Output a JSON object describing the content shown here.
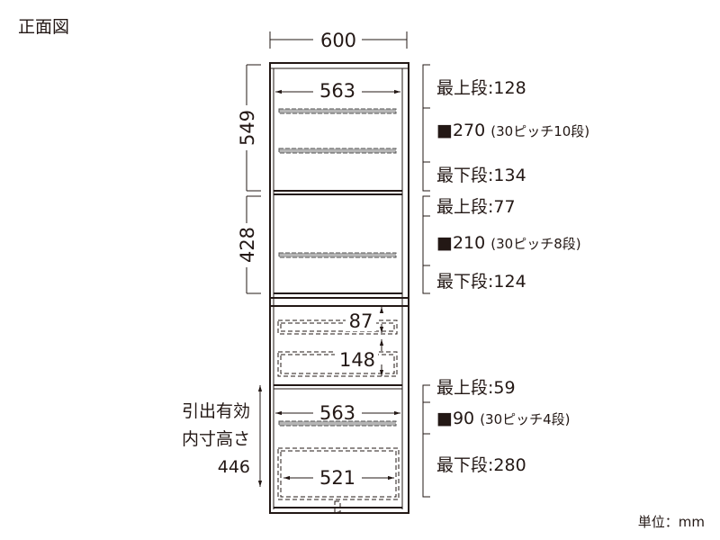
{
  "title": "正面図",
  "unit": "単位：mm",
  "dimensions": {
    "overall_width": "600",
    "upper_height": "549",
    "middle_height": "428",
    "inner_width_top": "563",
    "inner_width_bottom": "563",
    "drawer_inner_width": "521",
    "drawer1_height": "87",
    "drawer2_height": "148"
  },
  "drawer_label": {
    "line1": "引出有効",
    "line2": "内寸高さ",
    "value": "446"
  },
  "upper_section": {
    "top": "最上段:128",
    "pitch": "■270",
    "pitch_note": "(30ピッチ10段)",
    "bottom": "最下段:134"
  },
  "middle_section": {
    "top": "最上段:77",
    "pitch": "■210",
    "pitch_note": "(30ピッチ8段)",
    "bottom": "最下段:124"
  },
  "lower_section": {
    "top": "最上段:59",
    "pitch": "■90",
    "pitch_note": "(30ピッチ4段)",
    "bottom": "最下段:280"
  }
}
